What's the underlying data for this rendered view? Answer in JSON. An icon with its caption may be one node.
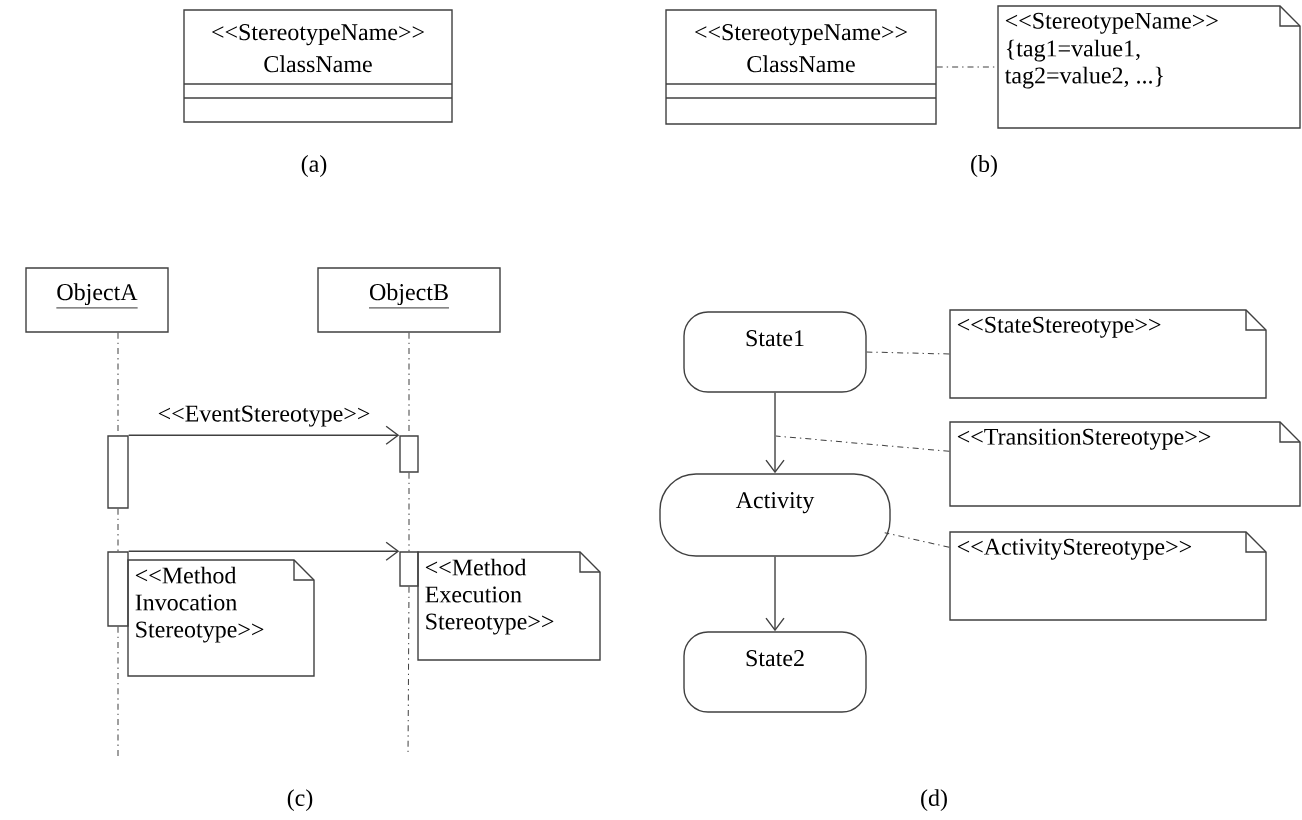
{
  "diagram": {
    "nodes": [
      {
        "text": [
          "<<StereotypeName>>",
          "ClassName"
        ]
      },
      {
        "text": [
          "<<StereotypeName>>",
          "ClassName"
        ]
      },
      {
        "text": [
          "<<StereotypeName>>",
          "{tag1=value1, tag2=value2, ...}"
        ]
      },
      {
        "text": [
          "ObjectA"
        ]
      },
      {
        "text": [
          "ObjectB"
        ]
      },
      {
        "text": [],
        "shape": "bar"
      },
      {
        "text": [],
        "shape": "bar"
      },
      {
        "text": [],
        "shape": "bar"
      },
      {
        "text": [],
        "shape": "bar"
      },
      {
        "text": [
          "<<Method Invocation Stereotype>>"
        ]
      },
      {
        "text": [
          "<<Method Execution Stereotype>>"
        ]
      },
      {
        "text": [
          "State1"
        ]
      },
      {
        "text": [
          "Activity"
        ]
      },
      {
        "text": [
          "State2"
        ]
      },
      {
        "text": [
          "<<StateStereotype>>"
        ]
      },
      {
        "text": [
          "<<TransitionStereotype>>"
        ]
      },
      {
        "text": [
          "<<ActivityStereotype>>"
        ]
      }
    ],
    "edges": [
      {
        "from": 1,
        "to": 2,
        "arrow": "none",
        "style": "dashed"
      },
      {
        "from": 3,
        "to": 5,
        "arrow": "none",
        "style": "dashed"
      },
      {
        "from": 5,
        "to": 7,
        "arrow": "none",
        "style": "dashed"
      },
      {
        "from": 7,
        "to": null,
        "arrow": "none",
        "style": "dashed"
      },
      {
        "from": 4,
        "to": 6,
        "arrow": "none",
        "style": "dashed"
      },
      {
        "from": 6,
        "to": 8,
        "arrow": "none",
        "style": "dashed"
      },
      {
        "from": 8,
        "to": null,
        "arrow": "none",
        "style": "dashed"
      },
      {
        "from": 5,
        "to": 6,
        "arrow": "to",
        "label": "<<EventStereotype>>"
      },
      {
        "from": 7,
        "to": 8,
        "arrow": "to"
      },
      {
        "from": 11,
        "to": 12,
        "arrow": "to"
      },
      {
        "from": 12,
        "to": 13,
        "arrow": "to"
      },
      {
        "from": 14,
        "to": 11,
        "arrow": "none",
        "style": "dashed"
      },
      {
        "from": 15,
        "to": null,
        "arrow": "none",
        "style": "dashed"
      },
      {
        "from": 16,
        "to": 12,
        "arrow": "none",
        "style": "dashed"
      }
    ],
    "labels": [
      "(a)",
      "(b)",
      "(c)",
      "(d)"
    ]
  }
}
